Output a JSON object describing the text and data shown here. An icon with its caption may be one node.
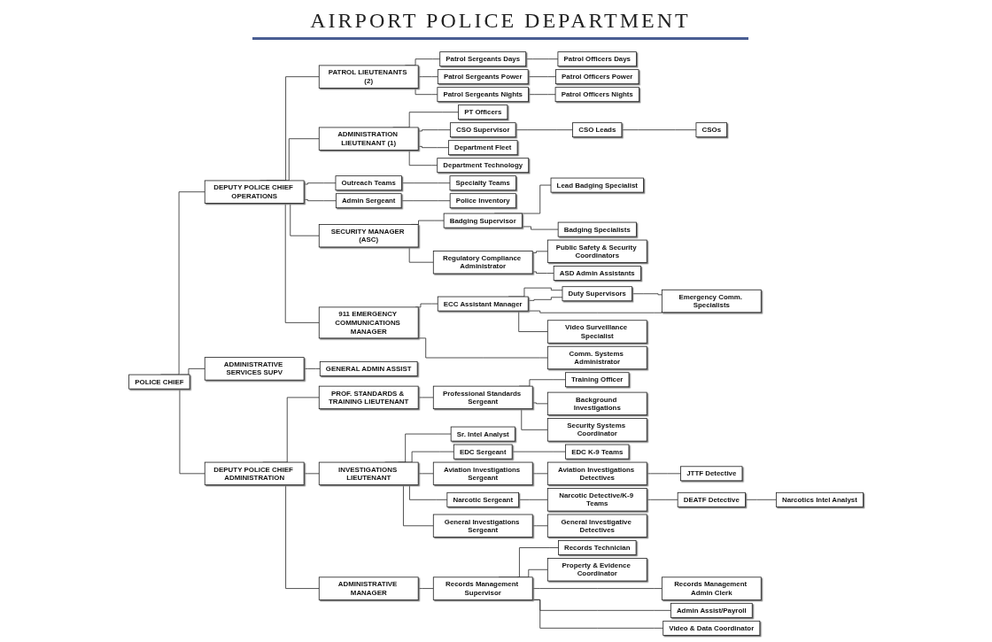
{
  "diagram": {
    "title": "AIRPORT POLICE DEPARTMENT",
    "nodes": [
      {
        "text": [
          "POLICE CHIEF"
        ]
      },
      {
        "text": [
          "ADMINISTRATIVE SERVICES SUPV"
        ]
      },
      {
        "text": [
          "GENERAL ADMIN ASSIST"
        ]
      },
      {
        "text": [
          "DEPUTY POLICE CHIEF OPERATIONS"
        ]
      },
      {
        "text": [
          "DEPUTY POLICE CHIEF ADMINISTRATION"
        ]
      },
      {
        "text": [
          "PATROL LIEUTENANTS (2)"
        ]
      },
      {
        "text": [
          "ADMINISTRATION LIEUTENANT (1)"
        ]
      },
      {
        "text": [
          "SECURITY MANAGER (ASC)"
        ]
      },
      {
        "text": [
          "911 EMERGENCY COMMUNICATIONS MANAGER"
        ]
      },
      {
        "text": [
          "PROF. STANDARDS & TRAINING LIEUTENANT"
        ]
      },
      {
        "text": [
          "INVESTIGATIONS LIEUTENANT"
        ]
      },
      {
        "text": [
          "ADMINISTRATIVE MANAGER"
        ]
      },
      {
        "text": [
          "Patrol Sergeants Days"
        ]
      },
      {
        "text": [
          "Patrol Sergeants Power"
        ]
      },
      {
        "text": [
          "Patrol Sergeants Nights"
        ]
      },
      {
        "text": [
          "PT Officers"
        ]
      },
      {
        "text": [
          "Admin Sergeant"
        ]
      },
      {
        "text": [
          "Badging Supervisor"
        ]
      },
      {
        "text": [
          "Regulatory Compliance Administrator"
        ]
      },
      {
        "text": [
          "ECC Assistant Manager"
        ]
      },
      {
        "text": [
          "Professional Standards Sergeant"
        ]
      },
      {
        "text": [
          "Sr. Intel Analyst"
        ]
      },
      {
        "text": [
          "EDC Sergeant"
        ]
      },
      {
        "text": [
          "Aviation Investigations Sergeant"
        ]
      },
      {
        "text": [
          "Narcotic Sergeant"
        ]
      },
      {
        "text": [
          "General Investigations Sergeant"
        ]
      },
      {
        "text": [
          "Records Management Supervisor"
        ]
      },
      {
        "text": [
          "Comm. Systems Administrator"
        ]
      },
      {
        "text": [
          "Patrol Officers Days"
        ]
      },
      {
        "text": [
          "Patrol Officers Power"
        ]
      },
      {
        "text": [
          "Patrol Officers Nights"
        ]
      },
      {
        "text": [
          "CSO Supervisor"
        ]
      },
      {
        "text": [
          "Police Inventory"
        ]
      },
      {
        "text": [
          "Lead Badging Specialist"
        ]
      },
      {
        "text": [
          "Public Safety & Security Coordinators"
        ]
      },
      {
        "text": [
          "Duty Supervisors"
        ]
      },
      {
        "text": [
          "EDC K-9 Teams"
        ]
      },
      {
        "text": [
          "Aviation Investigations Detectives"
        ]
      },
      {
        "text": [
          "Narcotic Detective/K-9 Teams"
        ]
      },
      {
        "text": [
          "General Investigative Detectives"
        ]
      },
      {
        "text": [
          "Records Technician"
        ]
      },
      {
        "text": [
          "Department Fleet"
        ]
      },
      {
        "text": [
          "CSO Leads"
        ]
      },
      {
        "text": [
          "Outreach Teams"
        ]
      },
      {
        "text": [
          "Badging Specialists"
        ]
      },
      {
        "text": [
          "ASD Admin Assistants"
        ]
      },
      {
        "text": [
          "Emergency Comm. Specialists"
        ]
      },
      {
        "text": [
          "Training Officer"
        ]
      },
      {
        "text": [
          "JTTF Detective"
        ]
      },
      {
        "text": [
          "DEATF Detective"
        ]
      },
      {
        "text": [
          "Property & Evidence Coordinator"
        ]
      },
      {
        "text": [
          "Department Technology"
        ]
      },
      {
        "text": [
          "CSOs"
        ]
      },
      {
        "text": [
          "Specialty Teams"
        ]
      },
      {
        "text": [
          "Video Surveillance Specialist"
        ]
      },
      {
        "text": [
          "Background Investigations"
        ]
      },
      {
        "text": [
          "Narcotics Intel Analyst"
        ]
      },
      {
        "text": [
          "Records Management Admin Clerk"
        ]
      },
      {
        "text": [
          "Security Systems Coordinator"
        ]
      },
      {
        "text": [
          "Admin Assist/Payroll"
        ]
      },
      {
        "text": [
          "Video & Data Coordinator"
        ]
      }
    ],
    "edges": [
      {
        "from": 0,
        "to": 3,
        "arrow": "none"
      },
      {
        "from": 0,
        "to": 1,
        "arrow": "none"
      },
      {
        "from": 1,
        "to": 2,
        "arrow": "none"
      },
      {
        "from": 0,
        "to": 4,
        "arrow": "none"
      },
      {
        "from": 3,
        "to": 5,
        "arrow": "none"
      },
      {
        "from": 3,
        "to": 6,
        "arrow": "none"
      },
      {
        "from": 3,
        "to": 43,
        "arrow": "none"
      },
      {
        "from": 3,
        "to": 16,
        "arrow": "none"
      },
      {
        "from": 3,
        "to": 7,
        "arrow": "none"
      },
      {
        "from": 3,
        "to": 8,
        "arrow": "none"
      },
      {
        "from": 5,
        "to": 12,
        "arrow": "none"
      },
      {
        "from": 5,
        "to": 13,
        "arrow": "none"
      },
      {
        "from": 5,
        "to": 14,
        "arrow": "none"
      },
      {
        "from": 12,
        "to": 28,
        "arrow": "none"
      },
      {
        "from": 13,
        "to": 29,
        "arrow": "none"
      },
      {
        "from": 14,
        "to": 30,
        "arrow": "none"
      },
      {
        "from": 6,
        "to": 15,
        "arrow": "none"
      },
      {
        "from": 6,
        "to": 31,
        "arrow": "none"
      },
      {
        "from": 6,
        "to": 41,
        "arrow": "none"
      },
      {
        "from": 6,
        "to": 51,
        "arrow": "none"
      },
      {
        "from": 31,
        "to": 42,
        "arrow": "none"
      },
      {
        "from": 42,
        "to": 52,
        "arrow": "none"
      },
      {
        "from": 16,
        "to": 32,
        "arrow": "none"
      },
      {
        "from": 43,
        "to": 53,
        "arrow": "none"
      },
      {
        "from": 7,
        "to": 17,
        "arrow": "none"
      },
      {
        "from": 7,
        "to": 18,
        "arrow": "none"
      },
      {
        "from": 17,
        "to": 33,
        "arrow": "none"
      },
      {
        "from": 17,
        "to": 44,
        "arrow": "none"
      },
      {
        "from": 18,
        "to": 34,
        "arrow": "none"
      },
      {
        "from": 18,
        "to": 45,
        "arrow": "none"
      },
      {
        "from": 8,
        "to": 19,
        "arrow": "none"
      },
      {
        "from": 8,
        "to": 27,
        "arrow": "none"
      },
      {
        "from": 19,
        "to": 35,
        "arrow": "none"
      },
      {
        "from": 35,
        "to": 46,
        "arrow": "none"
      },
      {
        "from": 19,
        "to": 35,
        "arrow": "none"
      },
      {
        "from": 19,
        "to": 46,
        "arrow": "none"
      },
      {
        "from": 19,
        "to": 54,
        "arrow": "none"
      },
      {
        "from": 4,
        "to": 9,
        "arrow": "none"
      },
      {
        "from": 4,
        "to": 10,
        "arrow": "none"
      },
      {
        "from": 4,
        "to": 11,
        "arrow": "none"
      },
      {
        "from": 9,
        "to": 20,
        "arrow": "none"
      },
      {
        "from": 20,
        "to": 47,
        "arrow": "none"
      },
      {
        "from": 20,
        "to": 55,
        "arrow": "none"
      },
      {
        "from": 20,
        "to": 58,
        "arrow": "none"
      },
      {
        "from": 10,
        "to": 21,
        "arrow": "none"
      },
      {
        "from": 10,
        "to": 22,
        "arrow": "none"
      },
      {
        "from": 10,
        "to": 23,
        "arrow": "none"
      },
      {
        "from": 10,
        "to": 24,
        "arrow": "none"
      },
      {
        "from": 10,
        "to": 25,
        "arrow": "none"
      },
      {
        "from": 22,
        "to": 36,
        "arrow": "none"
      },
      {
        "from": 23,
        "to": 37,
        "arrow": "none"
      },
      {
        "from": 37,
        "to": 48,
        "arrow": "none"
      },
      {
        "from": 24,
        "to": 38,
        "arrow": "none"
      },
      {
        "from": 38,
        "to": 49,
        "arrow": "none"
      },
      {
        "from": 49,
        "to": 56,
        "arrow": "none"
      },
      {
        "from": 25,
        "to": 39,
        "arrow": "none"
      },
      {
        "from": 11,
        "to": 26,
        "arrow": "none"
      },
      {
        "from": 26,
        "to": 40,
        "arrow": "none"
      },
      {
        "from": 26,
        "to": 50,
        "arrow": "none"
      },
      {
        "from": 26,
        "to": 57,
        "arrow": "none"
      },
      {
        "from": 26,
        "to": 59,
        "arrow": "none"
      },
      {
        "from": 26,
        "to": 60,
        "arrow": "none"
      }
    ]
  }
}
